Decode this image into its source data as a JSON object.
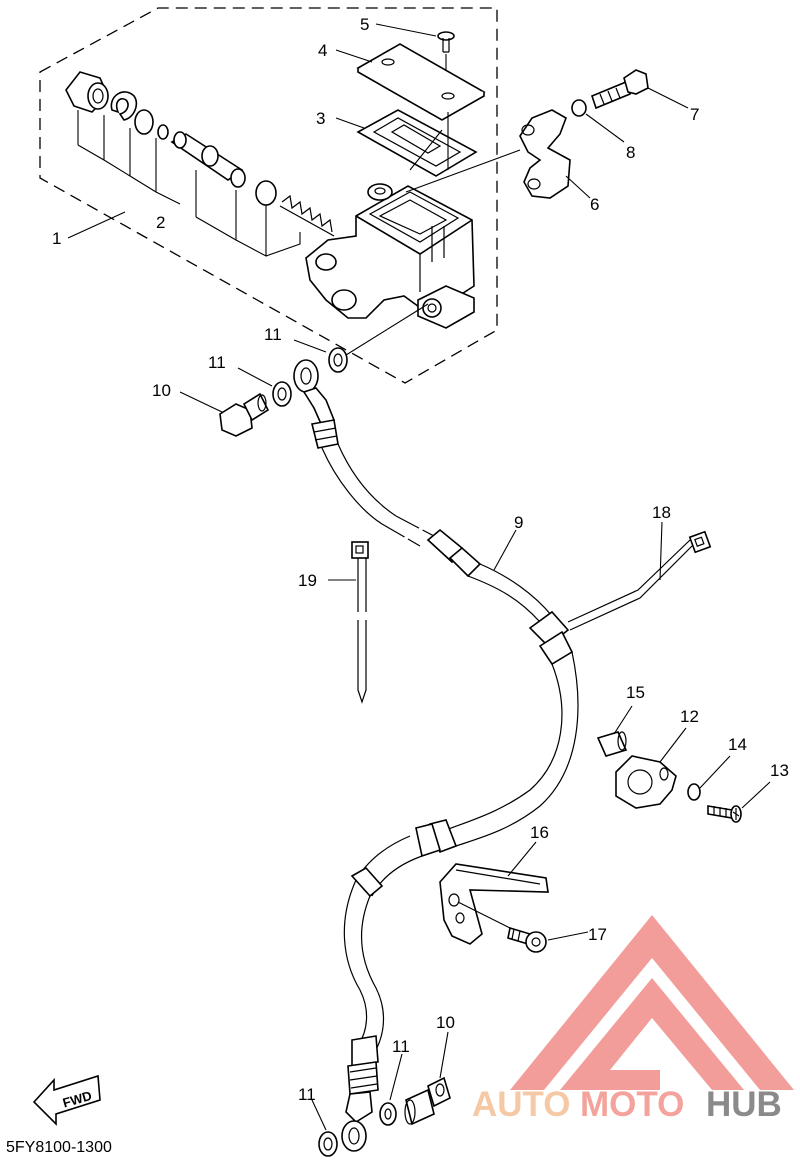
{
  "diagram": {
    "callouts": {
      "c1": "1",
      "c2": "2",
      "c3": "3",
      "c4": "4",
      "c5": "5",
      "c6": "6",
      "c7": "7",
      "c8": "8",
      "c9": "9",
      "c10a": "10",
      "c10b": "10",
      "c11a": "11",
      "c11b": "11",
      "c11c": "11",
      "c11d": "11",
      "c12": "12",
      "c13": "13",
      "c14": "14",
      "c15": "15",
      "c16": "16",
      "c17": "17",
      "c18": "18",
      "c19": "19"
    },
    "diagram_code": "5FY8100-1300",
    "fwd_label": "FWD"
  },
  "watermark": {
    "part1": "AUTO",
    "part2": "MOTO",
    "part3": "HUB",
    "colors": {
      "auto": "#f5c9a6",
      "moto": "#f4a39c",
      "hub": "#8a8a8a",
      "logo": "#f08d88"
    },
    "icon": "triangle-logo-icon"
  }
}
